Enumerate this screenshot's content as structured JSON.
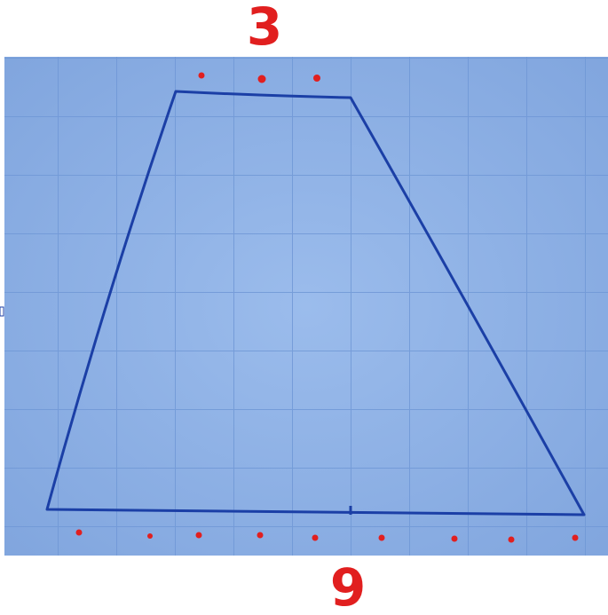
{
  "photo": {
    "paper_color": "#8fb3e6",
    "grid_color": "#6f98d6",
    "ink_color": "#1b3fa6",
    "annotation_color": "#e11f1f"
  },
  "annotations": {
    "top_label": "3",
    "bottom_label": "9",
    "top_dot_count": 3,
    "bottom_dot_count": 9
  },
  "shape": {
    "name": "trapezoid"
  }
}
